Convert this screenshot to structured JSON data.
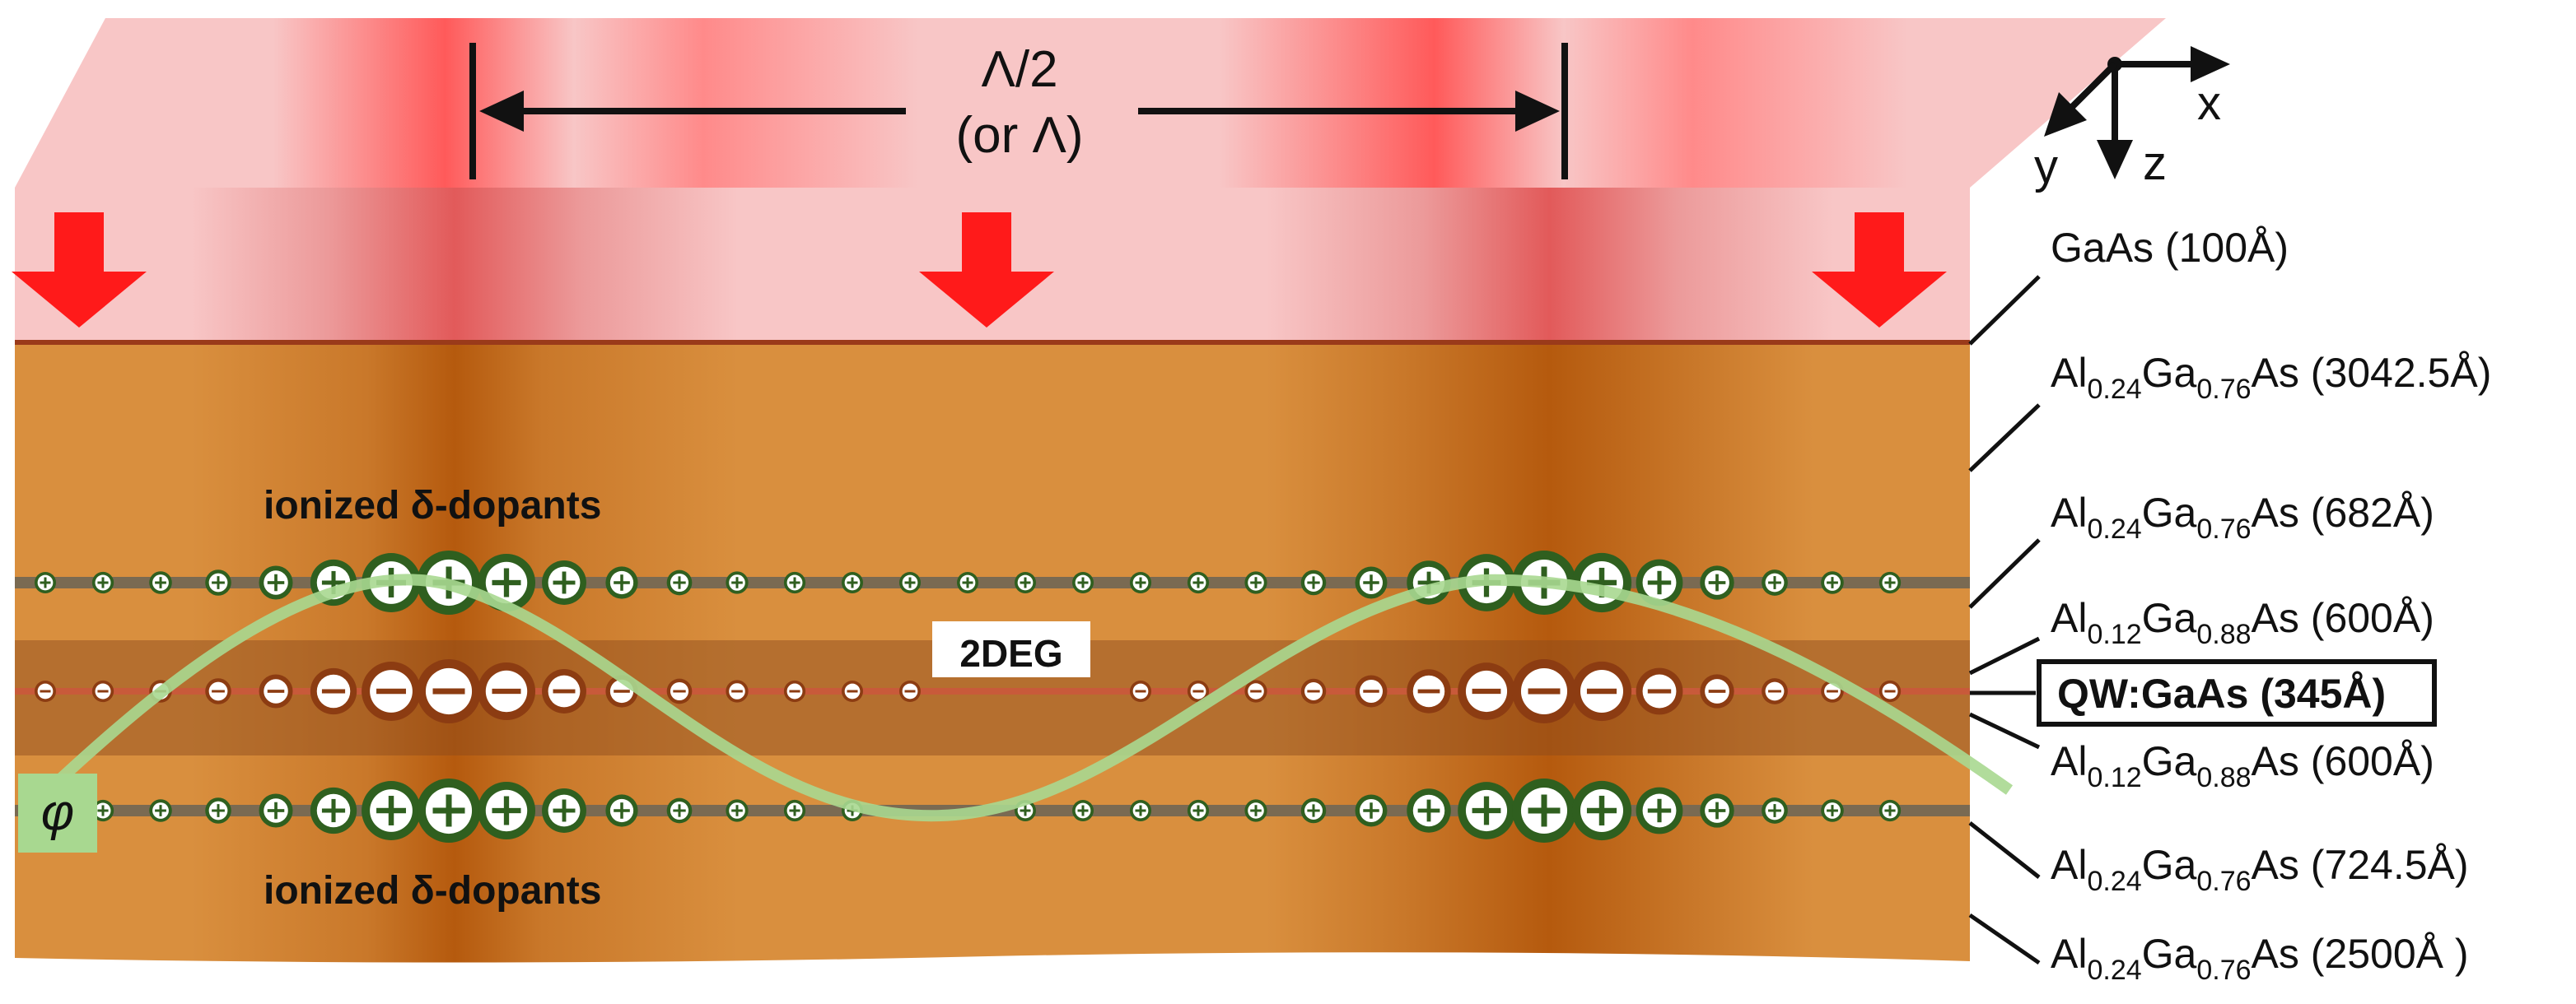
{
  "period_label_line1": "Λ/2",
  "period_label_line2": "(or Λ)",
  "axes": {
    "x": "x",
    "y": "y",
    "z": "z"
  },
  "label_2deg": "2DEG",
  "phi_label": "φ",
  "dopant_label_top": "ionized δ-dopants",
  "dopant_label_bottom": "ionized δ-dopants",
  "layers": [
    {
      "text": "GaAs (100Å)",
      "parts": [
        [
          "GaAs (100Å)",
          ""
        ]
      ]
    },
    {
      "text": "Al0.24Ga0.76As (3042.5Å)",
      "parts": [
        [
          "Al",
          ""
        ],
        [
          "0.24",
          "sub"
        ],
        [
          "Ga",
          ""
        ],
        [
          "0.76",
          "sub"
        ],
        [
          "As (3042.5Å)",
          ""
        ]
      ]
    },
    {
      "text": "Al0.24Ga0.76As (682Å)",
      "parts": [
        [
          "Al",
          ""
        ],
        [
          "0.24",
          "sub"
        ],
        [
          "Ga",
          ""
        ],
        [
          "0.76",
          "sub"
        ],
        [
          "As (682Å)",
          ""
        ]
      ]
    },
    {
      "text": "Al0.12Ga0.88As (600Å)",
      "parts": [
        [
          "Al",
          ""
        ],
        [
          "0.12",
          "sub"
        ],
        [
          "Ga",
          ""
        ],
        [
          "0.88",
          "sub"
        ],
        [
          "As (600Å)",
          ""
        ]
      ]
    },
    {
      "text": "QW:GaAs (345Å)",
      "parts": [
        [
          "QW:GaAs (345Å)",
          ""
        ]
      ]
    },
    {
      "text": "Al0.12Ga0.88As (600Å)",
      "parts": [
        [
          "Al",
          ""
        ],
        [
          "0.12",
          "sub"
        ],
        [
          "Ga",
          ""
        ],
        [
          "0.88",
          "sub"
        ],
        [
          "As (600Å)",
          ""
        ]
      ]
    },
    {
      "text": "Al0.24Ga0.76As (724.5Å)",
      "parts": [
        [
          "Al",
          ""
        ],
        [
          "0.24",
          "sub"
        ],
        [
          "Ga",
          ""
        ],
        [
          "0.76",
          "sub"
        ],
        [
          "As (724.5Å)",
          ""
        ]
      ]
    },
    {
      "text": "Al0.24Ga0.76As (2500Å )",
      "parts": [
        [
          "Al",
          ""
        ],
        [
          "0.24",
          "sub"
        ],
        [
          "Ga",
          ""
        ],
        [
          "0.76",
          "sub"
        ],
        [
          "As (2500Å )",
          ""
        ]
      ]
    }
  ],
  "colors": {
    "surface_light": "#f8c6c6",
    "surface_hot": "#ff3030",
    "arrow": "#ff1a1a",
    "bulk": "#d98f3e",
    "bulk_dark": "#b55a0e",
    "qw_band": "#a6662e",
    "dopant_green": "#2f5f1f",
    "electron_brown": "#8c3c12",
    "potential_curve": "#a8d890"
  }
}
